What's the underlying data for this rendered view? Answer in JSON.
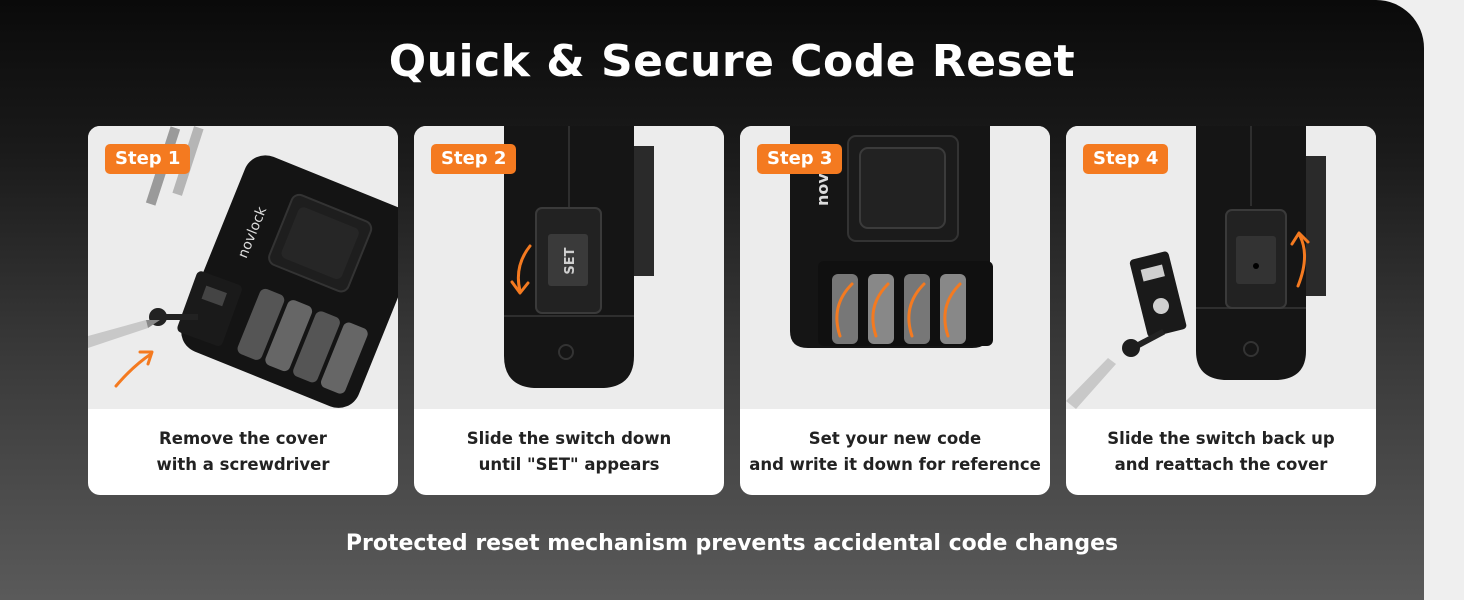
{
  "title": "Quick & Secure Code Reset",
  "steps": [
    {
      "badge": "Step 1",
      "line1": "Remove the cover",
      "line2": "with a screwdriver",
      "brand": "novlock"
    },
    {
      "badge": "Step 2",
      "line1": "Slide the switch down",
      "line2": "until \"SET\" appears",
      "switch_label": "SET"
    },
    {
      "badge": "Step 3",
      "line1": "Set your new code",
      "line2": "and write it down for reference",
      "brand": "novlo"
    },
    {
      "badge": "Step 4",
      "line1": "Slide the switch back up",
      "line2": "and reattach the cover"
    }
  ],
  "footer": "Protected reset mechanism prevents accidental code changes",
  "colors": {
    "accent": "#f47a20",
    "lock_body": "#141414",
    "card_bg": "#ffffff",
    "photo_bg": "#ececec"
  }
}
